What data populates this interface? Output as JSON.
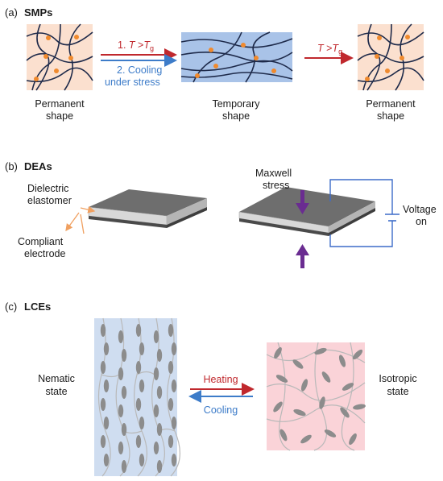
{
  "panel_a": {
    "letter": "(a)",
    "title": "SMPs",
    "step1_prefix": "1. ",
    "t_var": "T",
    "gt": " >",
    "tg_main": "T",
    "tg_sub": "g",
    "step2_line1": "2. Cooling",
    "step2_line2": "under stress",
    "perm1_line1": "Permanent",
    "perm1_line2": "shape",
    "temp_line1": "Temporary",
    "temp_line2": "shape",
    "perm2_line1": "Permanent",
    "perm2_line2": "shape",
    "colors": {
      "heat": "#c0282d",
      "cool": "#3d7cc9",
      "crosslink": "#f08a2e",
      "perm_bg": "#fbe0cf",
      "temp_bg": "#a9c3e8"
    }
  },
  "panel_b": {
    "letter": "(b)",
    "title": "DEAs",
    "dielectric_line1": "Dielectric",
    "dielectric_line2": "elastomer",
    "compliant_line1": "Compliant",
    "compliant_line2": "electrode",
    "maxwell_line1": "Maxwell",
    "maxwell_line2": "stress",
    "voltage_line1": "Voltage",
    "voltage_line2": "on",
    "colors": {
      "arrow": "#6a2c91",
      "circuit": "#3d6cc9",
      "leader": "#f0a060"
    }
  },
  "panel_c": {
    "letter": "(c)",
    "title": "LCEs",
    "nematic_line1": "Nematic",
    "nematic_line2": "state",
    "isotropic_line1": "Isotropic",
    "isotropic_line2": "state",
    "heating": "Heating",
    "cooling": "Cooling",
    "colors": {
      "nematic_bg": "#cfddf0",
      "isotropic_bg": "#fad3d8",
      "mesogen": "#8c8c8c",
      "chain": "#b9b9b9"
    }
  }
}
